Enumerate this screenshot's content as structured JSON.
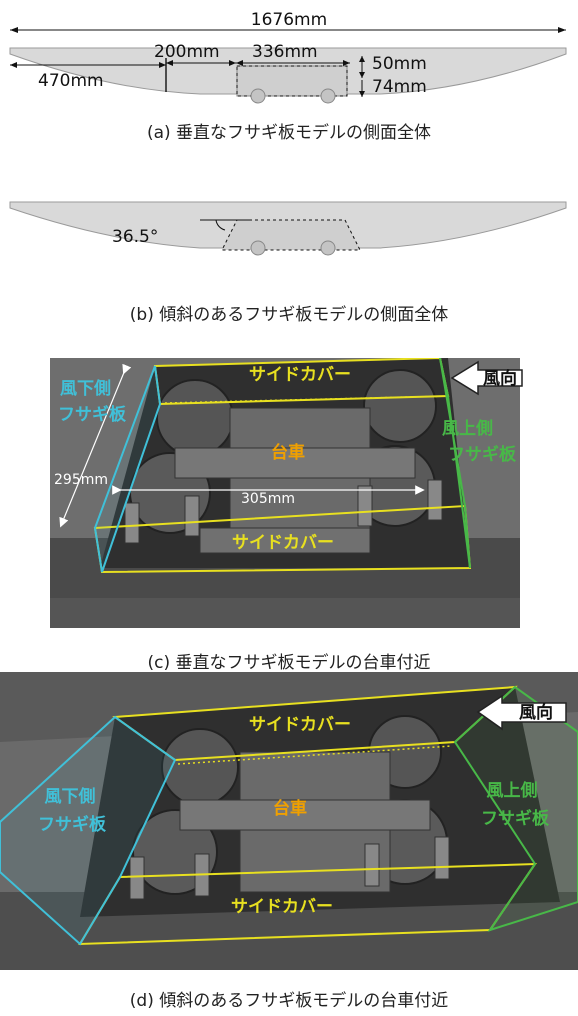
{
  "panel_a": {
    "dims": {
      "total": "1676mm",
      "left": "470mm",
      "mid": "200mm",
      "bogie": "336mm",
      "h1": "50mm",
      "h2": "74mm"
    },
    "caption": "(a) 垂直なフサギ板モデルの側面全体"
  },
  "panel_b": {
    "angle": "36.5°",
    "caption": "(b) 傾斜のあるフサギ板モデルの側面全体"
  },
  "panel_c": {
    "side_cover_top": "サイドカバー",
    "side_cover_bottom": "サイドカバー",
    "bogie": "台車",
    "downwind_line1": "風下側",
    "downwind_line2": "フサギ板",
    "upwind_line1": "風上側",
    "upwind_line2": "フサギ板",
    "wind": "風向",
    "width_dim": "305mm",
    "depth_dim": "295mm",
    "caption": "(c) 垂直なフサギ板モデルの台車付近"
  },
  "panel_d": {
    "side_cover_top": "サイドカバー",
    "side_cover_bottom": "サイドカバー",
    "bogie": "台車",
    "downwind_line1": "風下側",
    "downwind_line2": "フサギ板",
    "upwind_line1": "風上側",
    "upwind_line2": "フサギ板",
    "wind": "風向",
    "caption": "(d) 傾斜のあるフサギ板モデルの台車付近"
  },
  "colors": {
    "side_cover": "#e8e020",
    "downwind_plate": "#40c0d8",
    "upwind_plate": "#48b848",
    "bogie_label": "#f0a000",
    "body_grey": "#d8d8d8",
    "render_dark": "#3a3a3a"
  }
}
